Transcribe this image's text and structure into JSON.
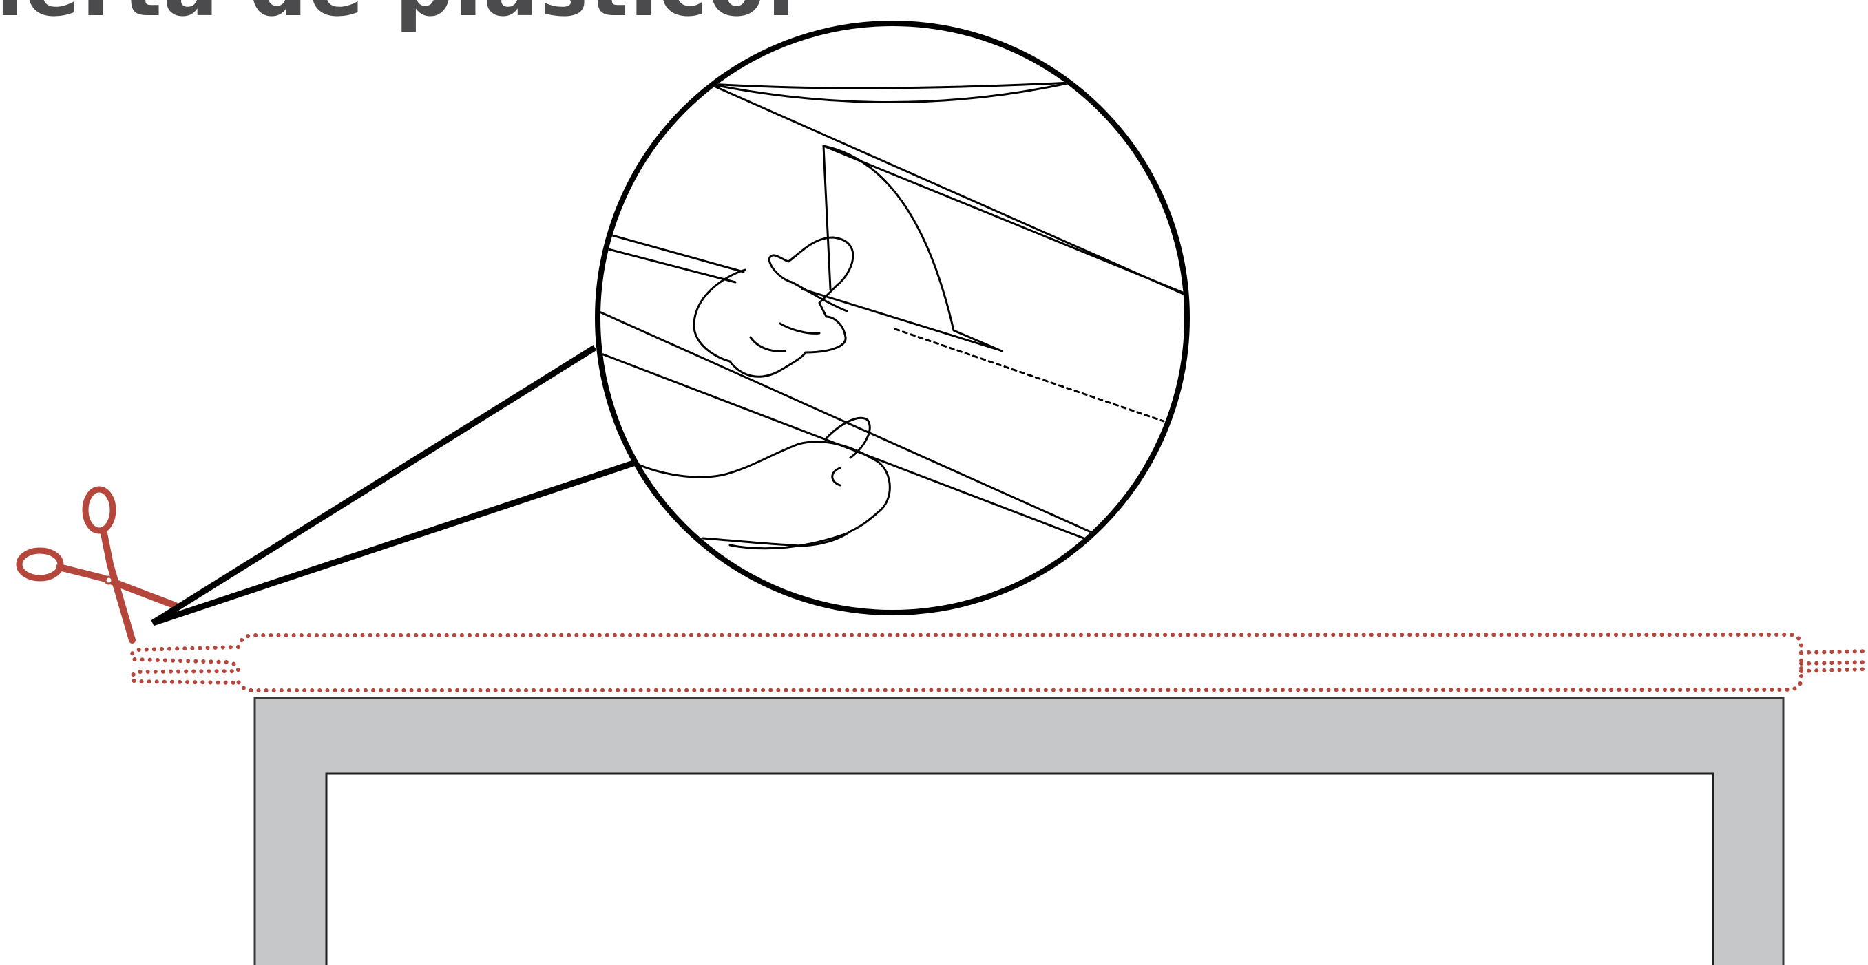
{
  "heading": {
    "title": "ierta de plástico."
  },
  "colors": {
    "title": "#4b4b4d",
    "outline": "#000000",
    "cut_line": "#b5463c",
    "scissors": "#b5463c",
    "frame_fill": "#c6c7c9",
    "frame_stroke": "#3a3a3a",
    "background": "#ffffff"
  },
  "icons": {
    "scissors": "scissors-icon",
    "magnifier": "magnifier-callout",
    "frame": "frame-outline"
  }
}
